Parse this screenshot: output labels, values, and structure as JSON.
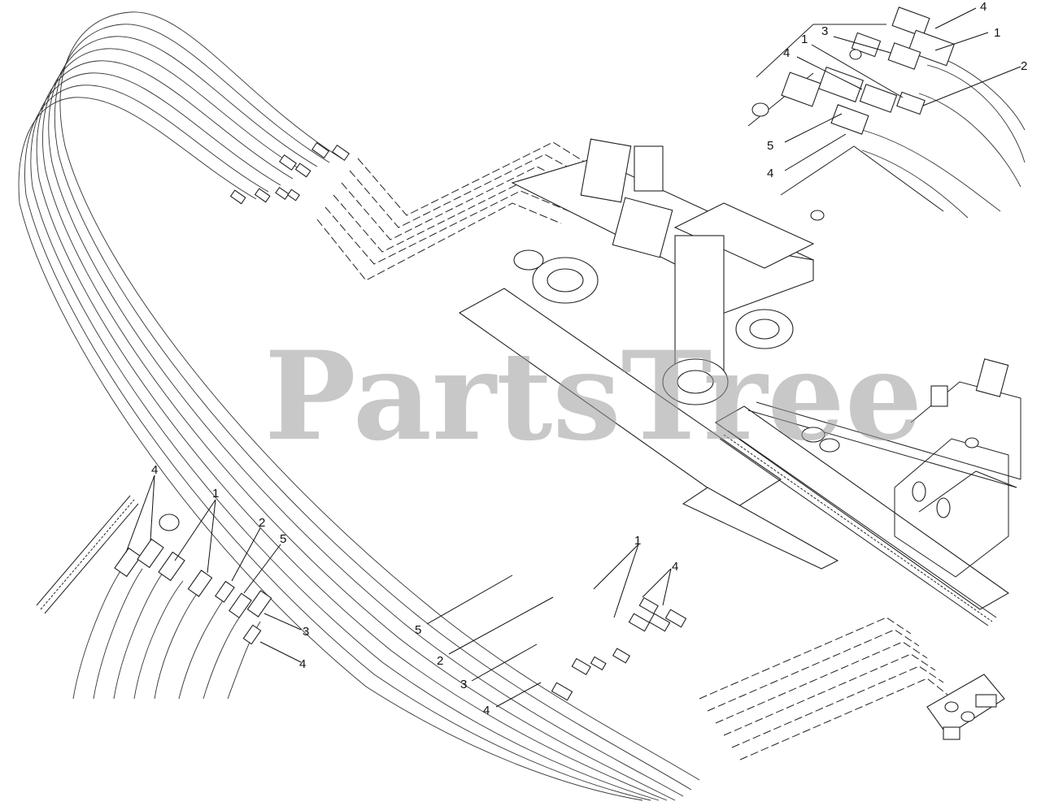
{
  "watermark": "PartsTree",
  "callouts": {
    "top_right": [
      "4",
      "1",
      "3",
      "1",
      "4",
      "2",
      "5",
      "4"
    ],
    "bottom_left": [
      "4",
      "1",
      "2",
      "5",
      "3",
      "4"
    ],
    "middle": [
      "1",
      "4",
      "5",
      "2",
      "3",
      "4"
    ]
  }
}
